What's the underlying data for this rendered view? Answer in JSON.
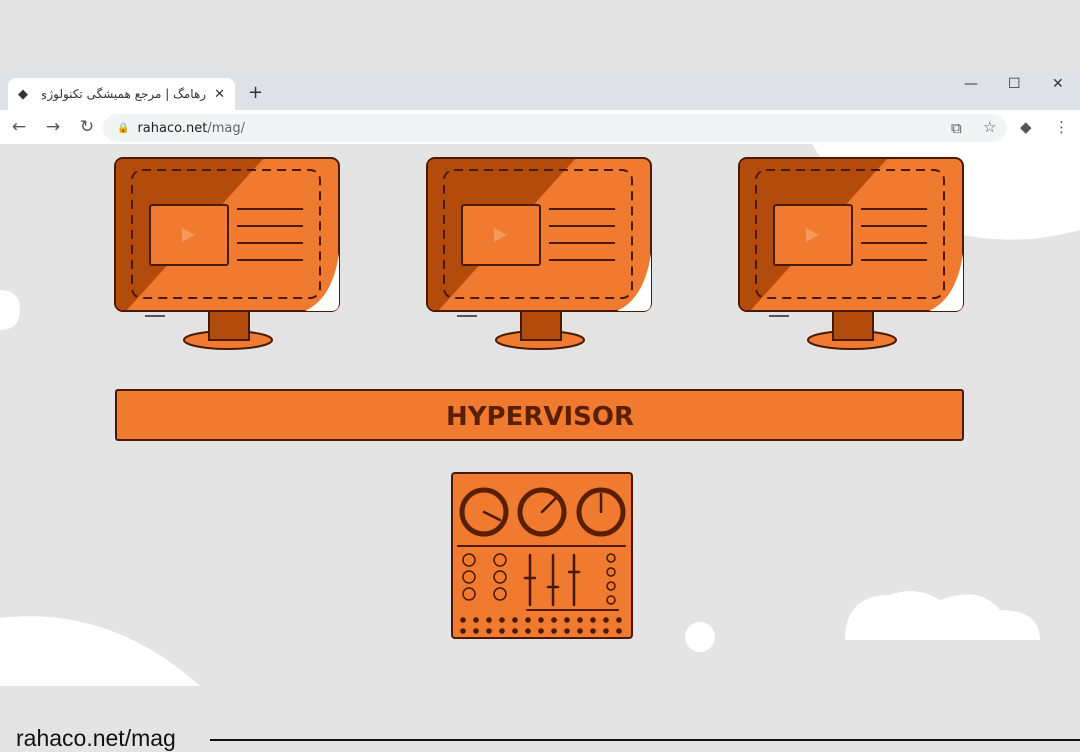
{
  "browser": {
    "tab_title": "رهامگ | مرجع همیشگی تکنولوژی |",
    "tab_close": "✕",
    "new_tab": "+",
    "window": {
      "minimize": "—",
      "maximize": "☐",
      "close": "✕"
    },
    "nav": {
      "back": "←",
      "forward": "→",
      "reload": "↻"
    },
    "url_host": "rahaco.net",
    "url_path": "/mag/",
    "icons": {
      "favicon": "rahaco-logo-icon",
      "translate": "translate-icon",
      "bookmark": "star-icon",
      "extension": "rahaco-extension-icon",
      "menu": "kebab-menu-icon"
    }
  },
  "illustration": {
    "hypervisor_label": "HYPERVISOR",
    "colors": {
      "orange": "#ef7a30",
      "dark_orange": "#b34b0c",
      "outline": "#4a1a00",
      "bg": "#e4e4e4"
    },
    "vm_count": 3
  },
  "footer": {
    "watermark": "rahaco.net/mag"
  }
}
